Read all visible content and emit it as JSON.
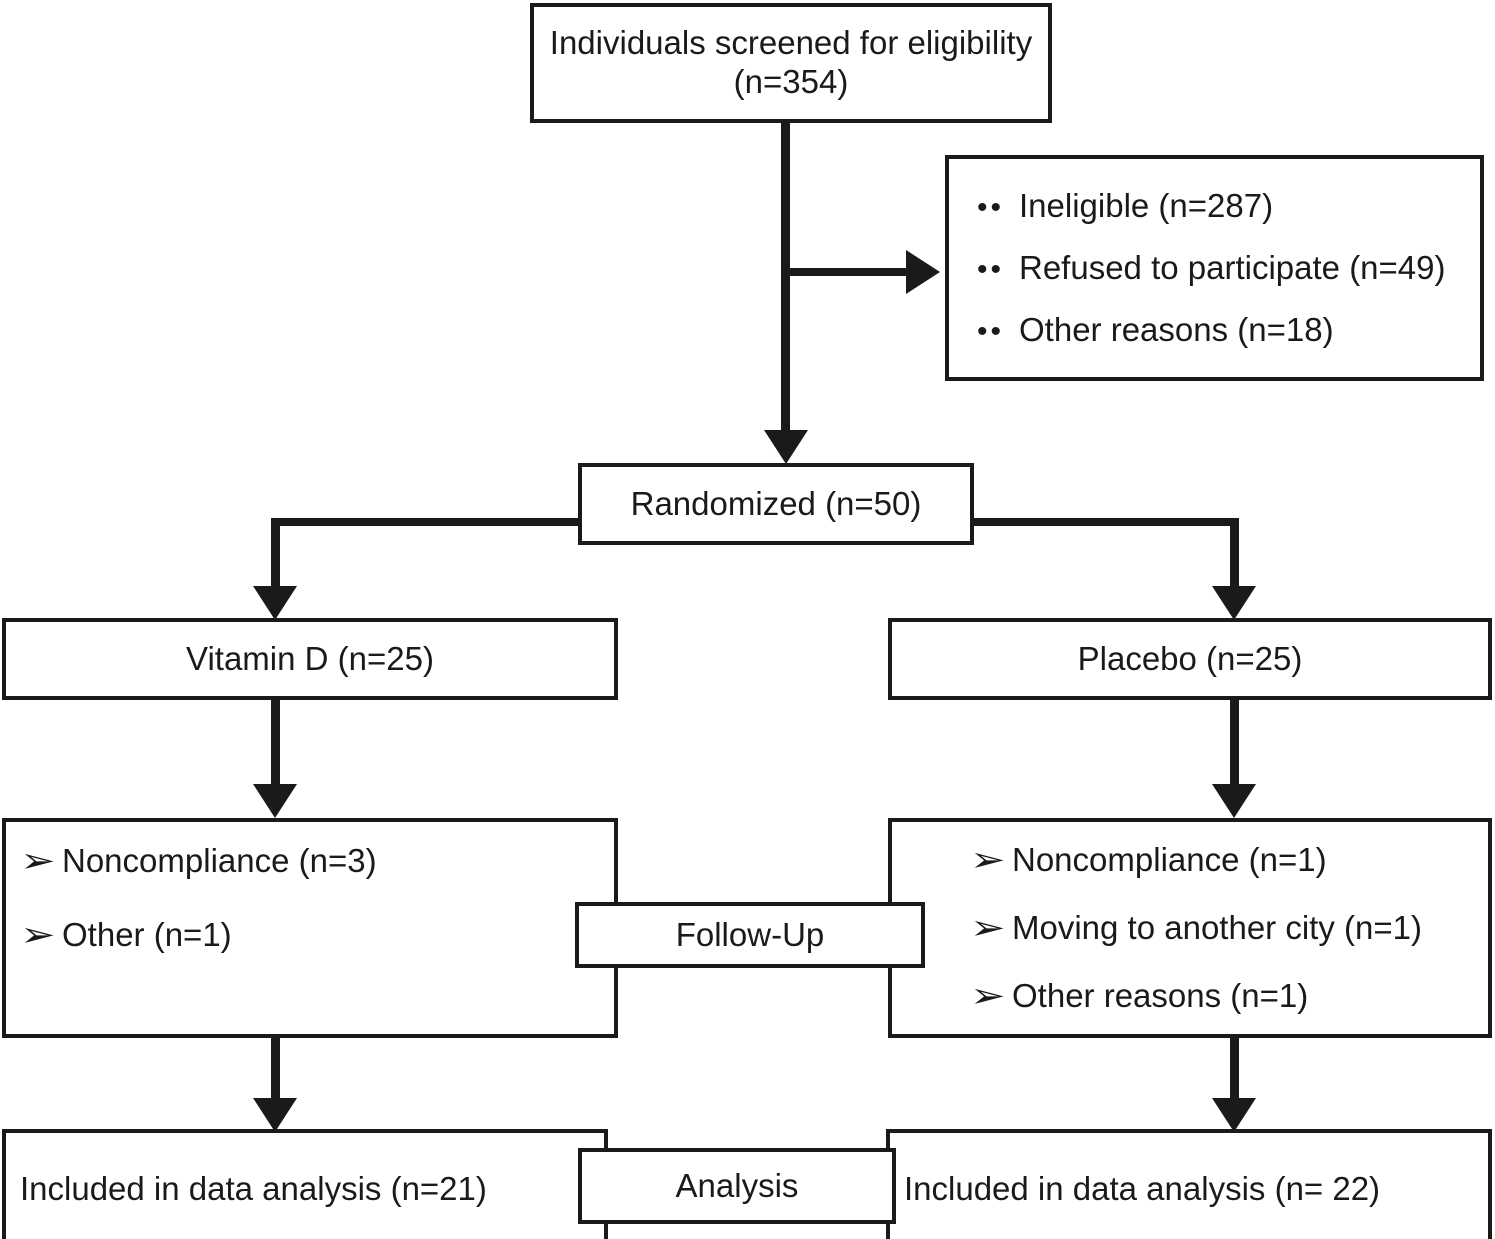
{
  "diagram": {
    "title": "CONSORT participant flow diagram",
    "accent_color": "#1a1a1a",
    "background_color": "#ffffff"
  },
  "nodes": {
    "screened": {
      "line1": "Individuals screened for eligibility",
      "line2": "(n=354)",
      "n": 354
    },
    "excluded": {
      "items": [
        {
          "marker": "••",
          "label": "Ineligible (n=287)",
          "n": 287
        },
        {
          "marker": "••",
          "label": "Refused to participate (n=49)",
          "n": 49
        },
        {
          "marker": "••",
          "label": "Other reasons (n=18)",
          "n": 18
        }
      ]
    },
    "randomized": {
      "label": "Randomized (n=50)",
      "n": 50
    },
    "arm_left": {
      "label": "Vitamin D (n=25)",
      "n": 25
    },
    "arm_right": {
      "label": "Placebo (n=25)",
      "n": 25
    },
    "followup_label": {
      "label": "Follow-Up"
    },
    "followup_left": {
      "items": [
        {
          "marker": "➢",
          "label": "Noncompliance (n=3)",
          "n": 3
        },
        {
          "marker": "➢",
          "label": "Other (n=1)",
          "n": 1
        }
      ]
    },
    "followup_right": {
      "items": [
        {
          "marker": "➢",
          "label": "Noncompliance (n=1)",
          "n": 1
        },
        {
          "marker": "➢",
          "label": "Moving to another city (n=1)",
          "n": 1
        },
        {
          "marker": "➢",
          "label": "Other reasons (n=1)",
          "n": 1
        }
      ]
    },
    "analysis_label": {
      "label": "Analysis"
    },
    "analysis_left": {
      "label": "Included in data analysis (n=21)",
      "n": 21
    },
    "analysis_right": {
      "label": "Included in data analysis (n= 22)",
      "n": 22
    }
  }
}
